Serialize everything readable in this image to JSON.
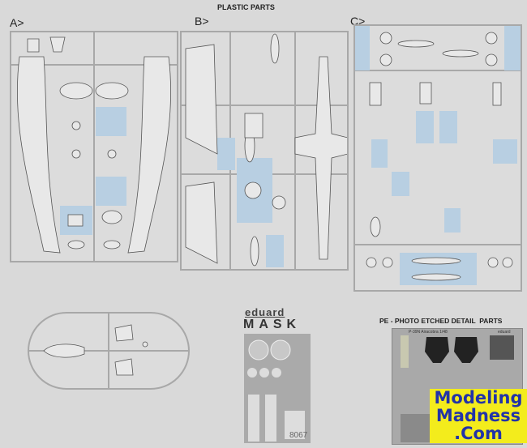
{
  "header": {
    "title": "PLASTIC PARTS"
  },
  "sprues": [
    {
      "label": "A>"
    },
    {
      "label": "B>"
    },
    {
      "label": "C>"
    }
  ],
  "mask": {
    "brand": "eduard",
    "title": "MASK",
    "code": "8067"
  },
  "photo_etch": {
    "title": "PE - PHOTO ETCHED DETAIL  PARTS",
    "fret_name": "P-39N Airacobra  1/48",
    "fret_brand": "eduard"
  },
  "watermark": {
    "line1": "Modeling",
    "line2": "Madness",
    "line3": ".Com"
  },
  "colors": {
    "highlight": "#b8cfe2",
    "background": "#d9d9d9",
    "logo_bg": "#f3ec1c",
    "logo_text": "#2233a8"
  }
}
